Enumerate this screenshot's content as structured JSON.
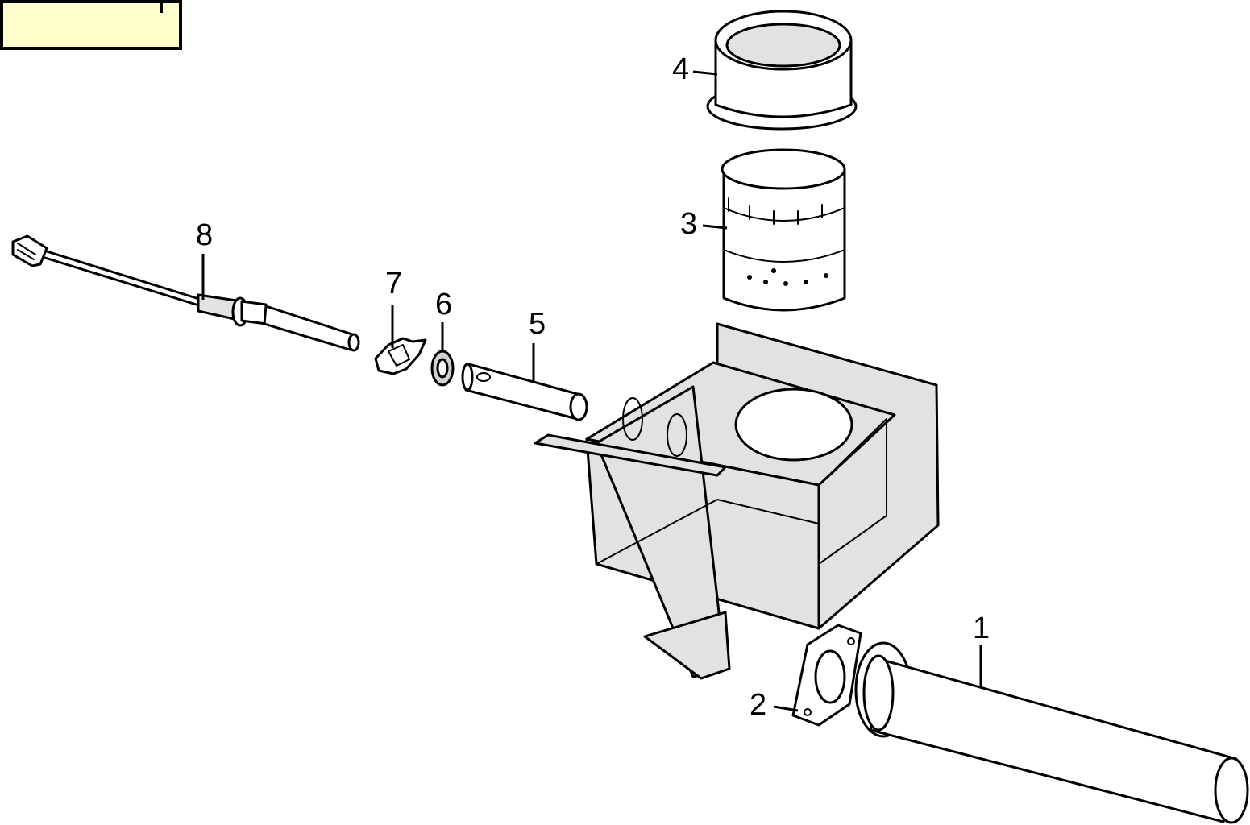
{
  "diagram": {
    "callouts": [
      {
        "id": "1",
        "label": "1"
      },
      {
        "id": "2",
        "label": "2"
      },
      {
        "id": "3",
        "label": "3"
      },
      {
        "id": "4",
        "label": "4"
      },
      {
        "id": "5",
        "label": "5"
      },
      {
        "id": "6",
        "label": "6"
      },
      {
        "id": "7",
        "label": "7"
      },
      {
        "id": "8",
        "label": "8"
      }
    ],
    "label_box": {
      "text": "",
      "fill": "#ffffcc"
    },
    "colors": {
      "line": "#000000",
      "shade": "#e2e2e2",
      "background": "#ffffff"
    }
  }
}
